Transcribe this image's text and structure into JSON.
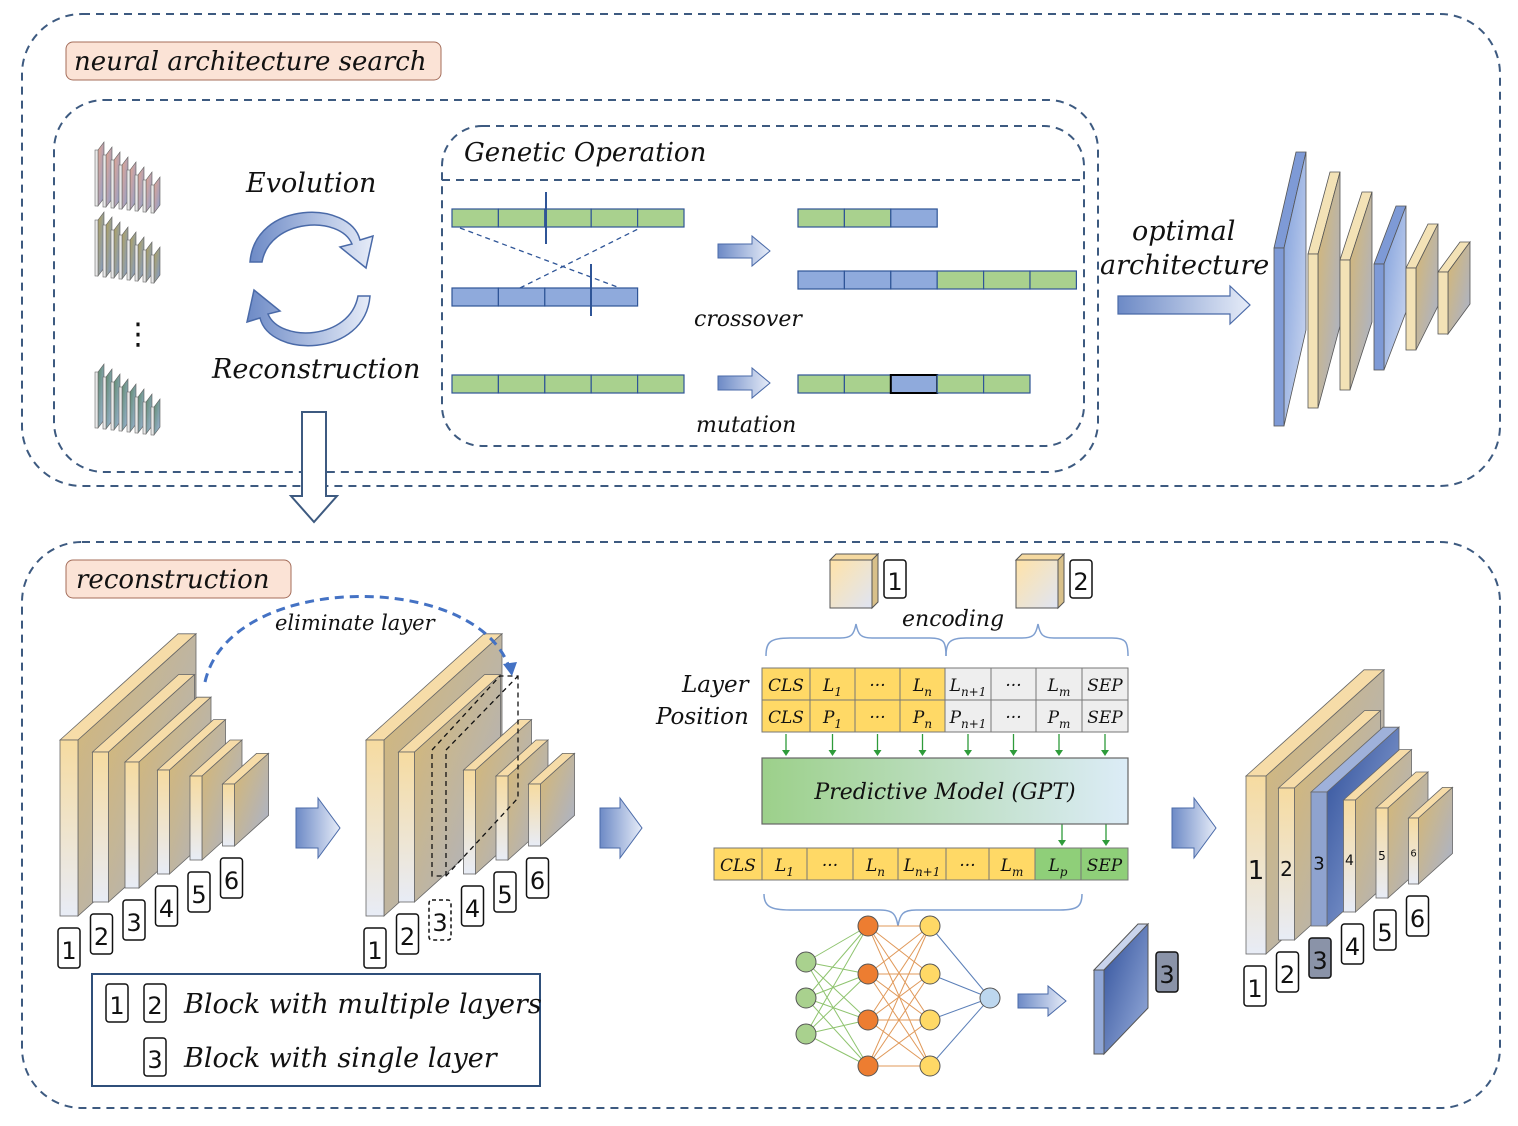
{
  "sections": {
    "nas_title": "neural architecture search",
    "recon_title": "reconstruction"
  },
  "evolution": {
    "evolution_label": "Evolution",
    "reconstruction_label": "Reconstruction",
    "ellipsis": "⋮"
  },
  "genetic": {
    "title": "Genetic Operation",
    "crossover_label": "crossover",
    "mutation_label": "mutation"
  },
  "optimal": {
    "line1": "optimal",
    "line2": "architecture"
  },
  "reconstruction": {
    "eliminate_label": "eliminate layer",
    "encoding_label": "encoding",
    "layer_label": "Layer",
    "position_label": "Position",
    "predictive_model": "Predictive Model (GPT)",
    "block_badges": [
      "1",
      "2",
      "3",
      "4",
      "5",
      "6"
    ],
    "enc_badges": [
      "1",
      "2"
    ],
    "single_badge": "3",
    "layer_row": [
      "CLS",
      "L1",
      "···",
      "Ln",
      "Ln+1",
      "···",
      "Lm",
      "SEP"
    ],
    "position_row": [
      "CLS",
      "P1",
      "···",
      "Pn",
      "Pn+1",
      "···",
      "Pm",
      "SEP"
    ],
    "output_row": [
      "CLS",
      "L1",
      "···",
      "Ln",
      "Ln+1",
      "···",
      "Lm",
      "Lp",
      "SEP"
    ],
    "legend_multi_badges": [
      "1",
      "2"
    ],
    "legend_multi": "Block with multiple layers",
    "legend_single_badge": "3",
    "legend_single": "Block with single layer"
  },
  "colors": {
    "dashed_border": "#3d5a80",
    "title_fill": "#fbe3d6",
    "green": "#a9d18e",
    "blue": "#8faadc",
    "yellow": "#ffd966",
    "token_light": "#eeeeee",
    "lp_red": "#c00000",
    "nn_green": "#a9d18e",
    "nn_orange": "#ed7d31",
    "nn_yellow": "#ffd966",
    "nn_blue": "#bdd7ee"
  }
}
